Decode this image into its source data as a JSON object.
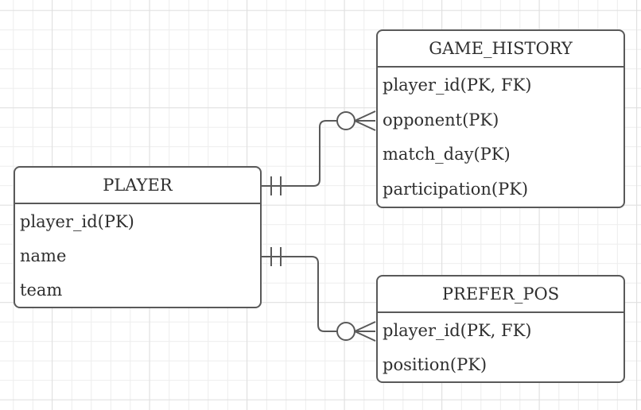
{
  "diagram": {
    "type": "entity-relationship",
    "entities": [
      {
        "name": "PLAYER",
        "attributes": [
          "player_id(PK)",
          "name",
          "team"
        ]
      },
      {
        "name": "GAME_HISTORY",
        "attributes": [
          "player_id(PK, FK)",
          "opponent(PK)",
          "match_day(PK)",
          "participation(PK)"
        ]
      },
      {
        "name": "PREFER_POS",
        "attributes": [
          "player_id(PK, FK)",
          "position(PK)"
        ]
      }
    ],
    "relationships": [
      {
        "from": "PLAYER",
        "to": "GAME_HISTORY",
        "from_cardinality": "one-and-only-one",
        "to_cardinality": "zero-or-many"
      },
      {
        "from": "PLAYER",
        "to": "PREFER_POS",
        "from_cardinality": "one-and-only-one",
        "to_cardinality": "zero-or-many"
      }
    ],
    "colors": {
      "stroke": "#595959",
      "text": "#2f2f2f",
      "entity_fill": "#ffffff",
      "canvas": "#ffffff",
      "grid_minor": "#ededed",
      "grid_major": "#e0e0e0"
    }
  }
}
